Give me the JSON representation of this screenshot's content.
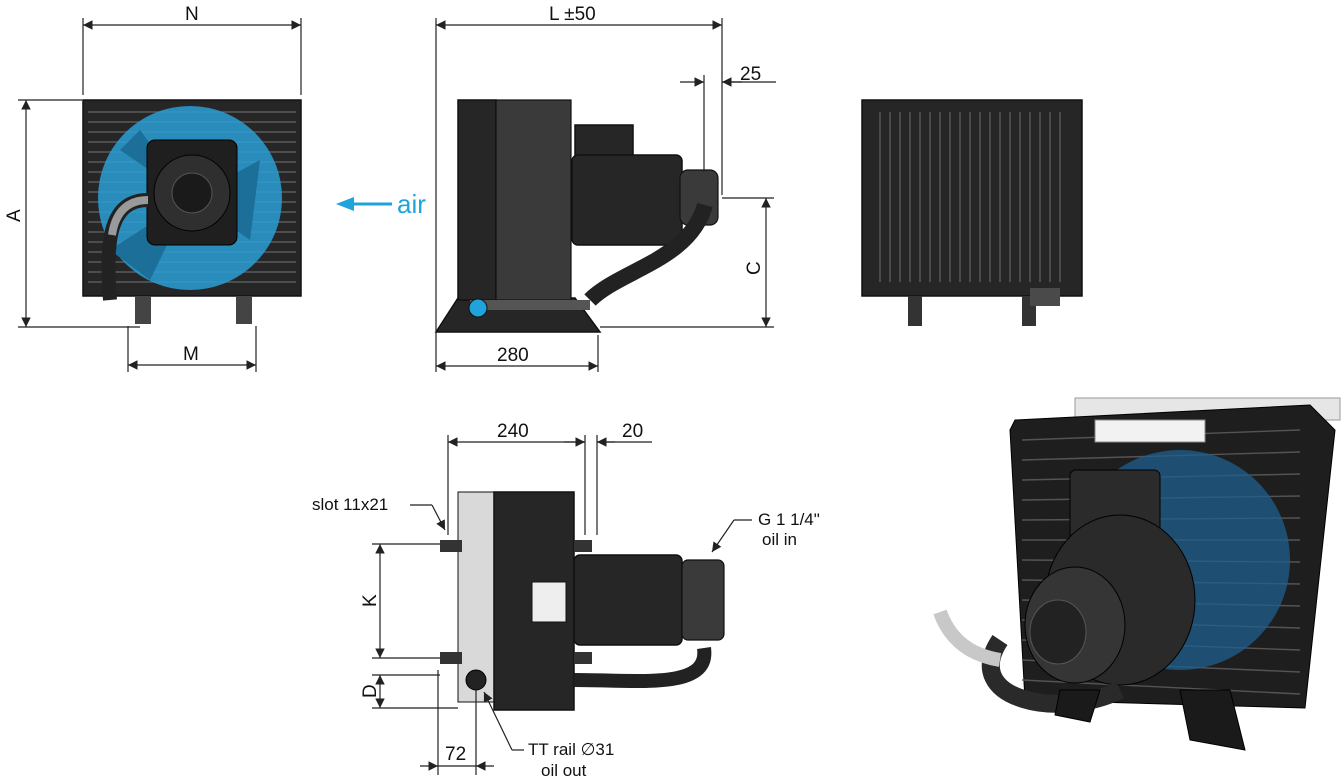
{
  "dimensions": {
    "N": "N",
    "L": "L ±50",
    "d25": "25",
    "A": "A",
    "C": "C",
    "M": "M",
    "d280": "280",
    "d240": "240",
    "d20": "20",
    "K": "K",
    "D": "D",
    "d72": "72"
  },
  "labels": {
    "air": "air",
    "slot": "slot 11x21",
    "oil_in_1": "G 1 1/4\"",
    "oil_in_2": "oil in",
    "oil_out_1": "TT rail ∅31",
    "oil_out_2": "oil out"
  },
  "colors": {
    "air_arrow": "#1ea3dc",
    "fan_blue": "#2a9fd6",
    "body": "#262626",
    "dimension_line": "#222222"
  }
}
